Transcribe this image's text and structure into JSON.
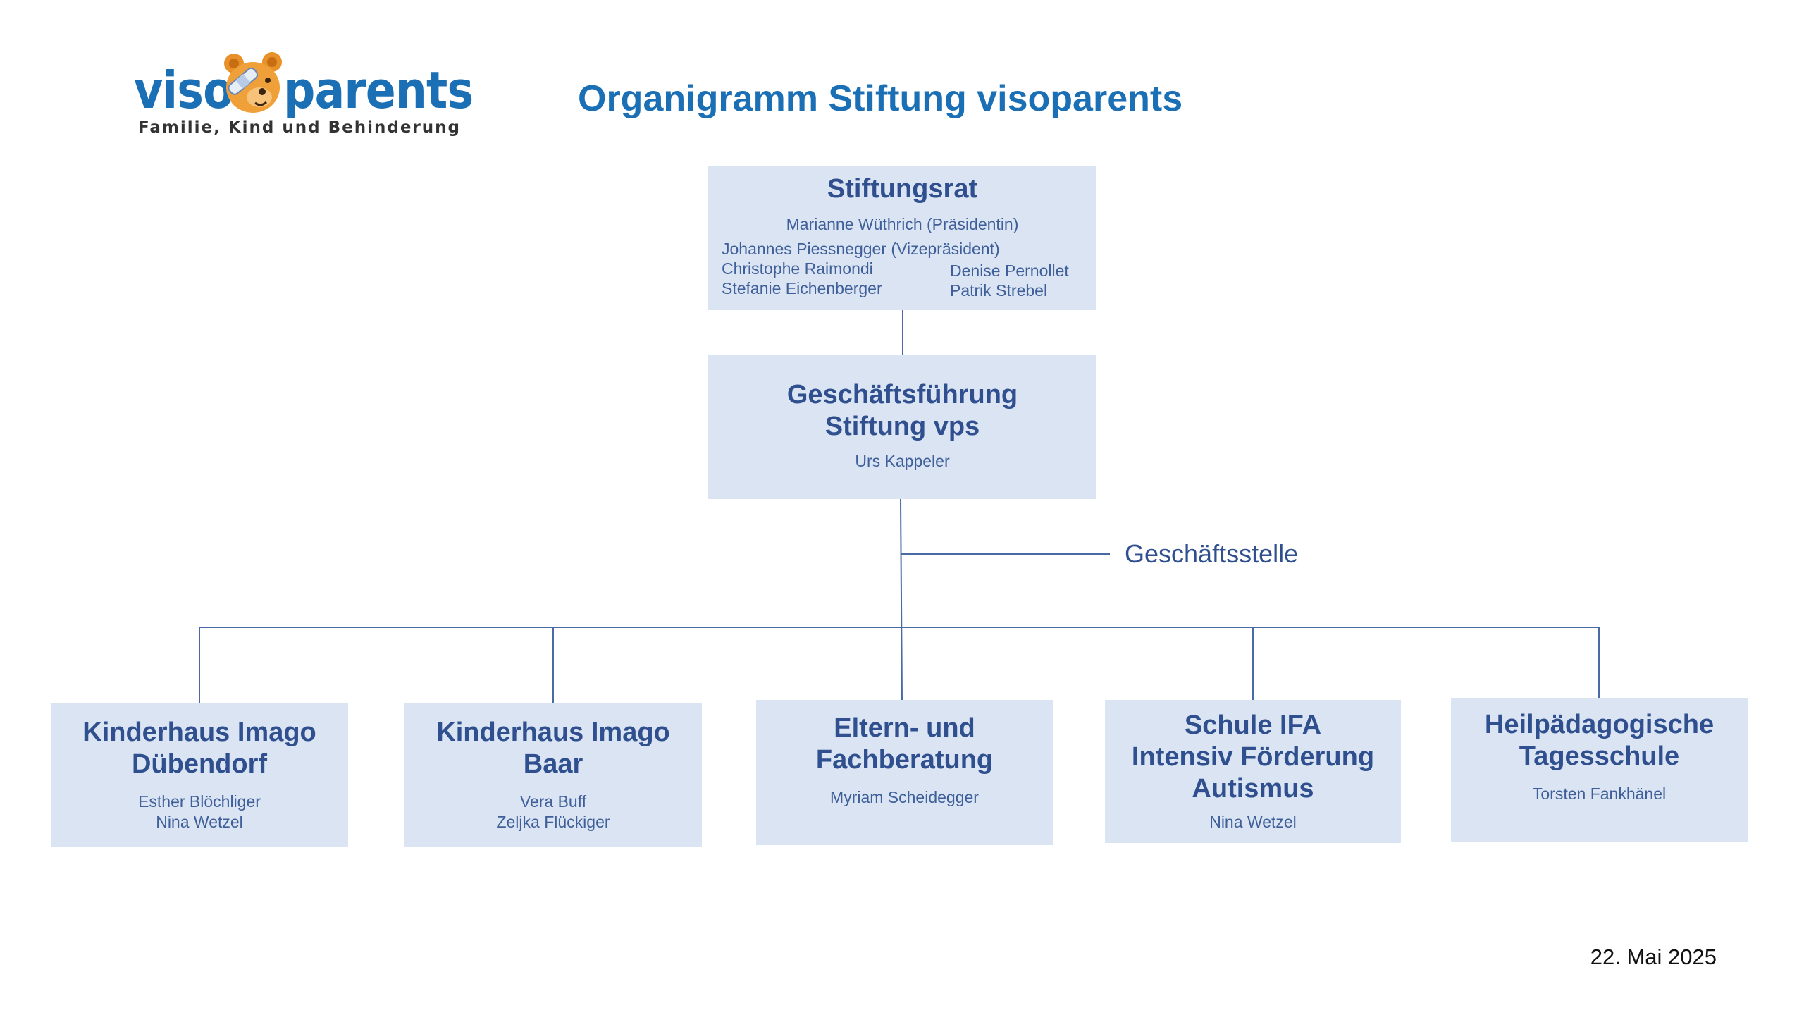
{
  "logo": {
    "word_left": "viso",
    "word_right": "parents",
    "tagline": "Familie, Kind und Behinderung"
  },
  "title": "Organigramm Stiftung visoparents",
  "colors": {
    "title": "#1a6fb5",
    "box_fill": "#dae4f2",
    "box_text": "#2f4f8f",
    "connector": "#4a6aa5"
  },
  "board": {
    "title": "Stiftungsrat",
    "president": "Marianne Wüthrich (Präsidentin)",
    "vice_president": "Johannes Piessnegger (Vizepräsident)",
    "members_left": [
      "Christophe Raimondi",
      "Stefanie Eichenberger"
    ],
    "members_right": [
      "Denise Pernollet",
      "Patrik Strebel"
    ]
  },
  "management": {
    "title_line1": "Geschäftsführung",
    "title_line2": "Stiftung vps",
    "name": "Urs Kappeler"
  },
  "office_label": "Geschäftsstelle",
  "units": [
    {
      "title_lines": [
        "Kinderhaus Imago",
        "Dübendorf"
      ],
      "names": [
        "Esther Blöchliger",
        "Nina Wetzel"
      ]
    },
    {
      "title_lines": [
        "Kinderhaus Imago",
        "Baar"
      ],
      "names": [
        "Vera Buff",
        "Zeljka Flückiger"
      ]
    },
    {
      "title_lines": [
        "Eltern- und",
        "Fachberatung"
      ],
      "names": [
        "Myriam Scheidegger"
      ]
    },
    {
      "title_lines": [
        "Schule IFA",
        "Intensiv Förderung",
        "Autismus"
      ],
      "names": [
        "Nina Wetzel"
      ]
    },
    {
      "title_lines": [
        "Heilpädagogische",
        "Tagesschule"
      ],
      "names": [
        "Torsten Fankhänel"
      ]
    }
  ],
  "date": "22. Mai 2025"
}
